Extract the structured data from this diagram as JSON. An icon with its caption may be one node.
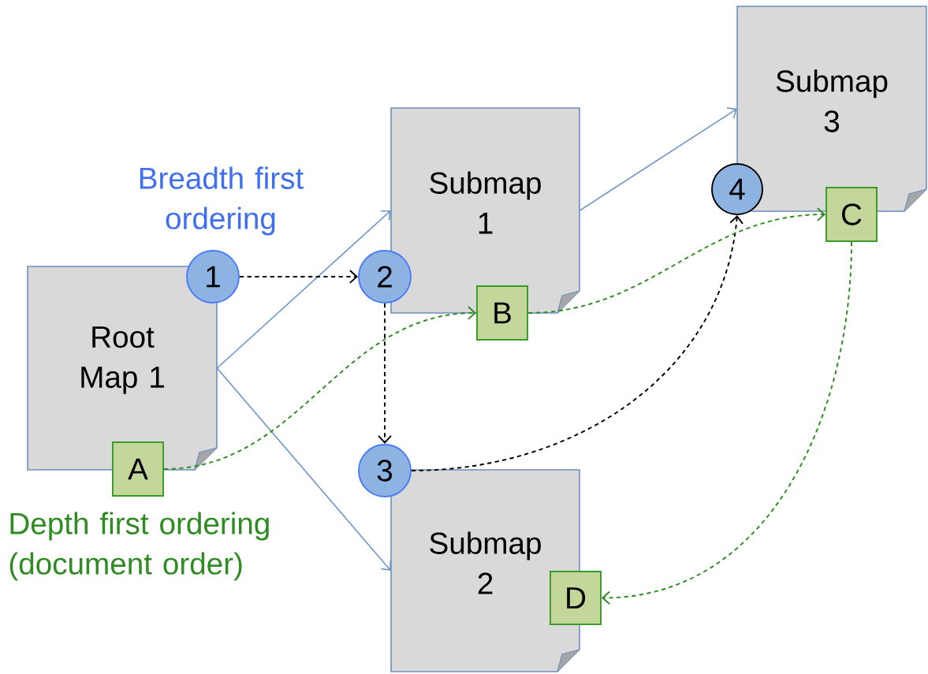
{
  "diagram": {
    "nodes": [
      {
        "text": [
          "Root Map 1"
        ]
      },
      {
        "text": [
          "Submap 1"
        ]
      },
      {
        "text": [
          "Submap 2"
        ]
      },
      {
        "text": [
          "Submap 3"
        ]
      },
      {
        "text": [
          "1"
        ]
      },
      {
        "text": [
          "2"
        ]
      },
      {
        "text": [
          "3"
        ]
      },
      {
        "text": [
          "4"
        ]
      },
      {
        "text": [
          "A"
        ]
      },
      {
        "text": [
          "B"
        ]
      },
      {
        "text": [
          "C"
        ]
      },
      {
        "text": [
          "D"
        ]
      }
    ],
    "edges": [
      {
        "from": 0,
        "to": 1,
        "arrow": "to",
        "color": "#6f93c6"
      },
      {
        "from": 0,
        "to": 2,
        "arrow": "to",
        "color": "#6f93c6"
      },
      {
        "from": 1,
        "to": 3,
        "arrow": "to",
        "color": "#6f93c6"
      },
      {
        "from": 4,
        "to": 5,
        "arrow": "to",
        "style": "dashed",
        "color": "#000000"
      },
      {
        "from": 5,
        "to": 6,
        "arrow": "to",
        "style": "dashed",
        "color": "#000000"
      },
      {
        "from": 6,
        "to": 7,
        "arrow": "to",
        "style": "dashed",
        "color": "#000000"
      },
      {
        "from": 8,
        "to": 9,
        "arrow": "to",
        "style": "dashed",
        "color": "#2e8b22"
      },
      {
        "from": 9,
        "to": 10,
        "arrow": "to",
        "style": "dashed",
        "color": "#2e8b22"
      },
      {
        "from": 10,
        "to": 11,
        "arrow": "to",
        "style": "dashed",
        "color": "#2e8b22"
      }
    ],
    "labels": [
      "Breadth first ordering",
      "Depth first ordering (document order)"
    ]
  }
}
